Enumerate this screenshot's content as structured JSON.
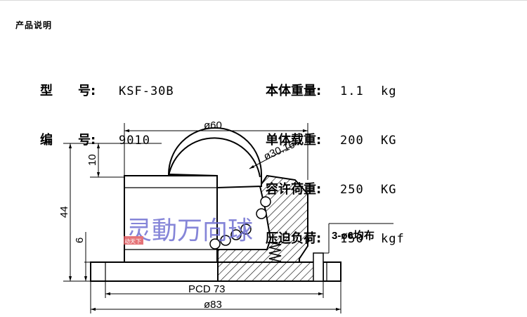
{
  "header": {
    "title": "产品说明"
  },
  "specs": {
    "model_label": "型　　号:",
    "model_value": "KSF-30B",
    "code_label": "编　　号:",
    "code_value": "9010",
    "weight_label": "本体重量:",
    "weight_value": "1.1",
    "weight_unit": "kg",
    "load_label": "单体载重:",
    "load_value": "200",
    "load_unit": "KG",
    "allow_label": "容许荷重:",
    "allow_value": "250",
    "allow_unit": "KG",
    "press_label": "压迫负荷:",
    "press_value": "150",
    "press_unit": "kgf"
  },
  "drawing": {
    "dim_body_dia": "ø60",
    "dim_ball_dia": "ø30.16",
    "dim_ball_height": "10",
    "dim_total_height": "44",
    "dim_flange_height": "6",
    "dim_pcd": "PCD 73",
    "dim_flange_dia": "ø83",
    "hole_note": "3-ø6均布"
  },
  "watermark": {
    "main_text": "灵動万向球",
    "sub_text": "动天下"
  }
}
